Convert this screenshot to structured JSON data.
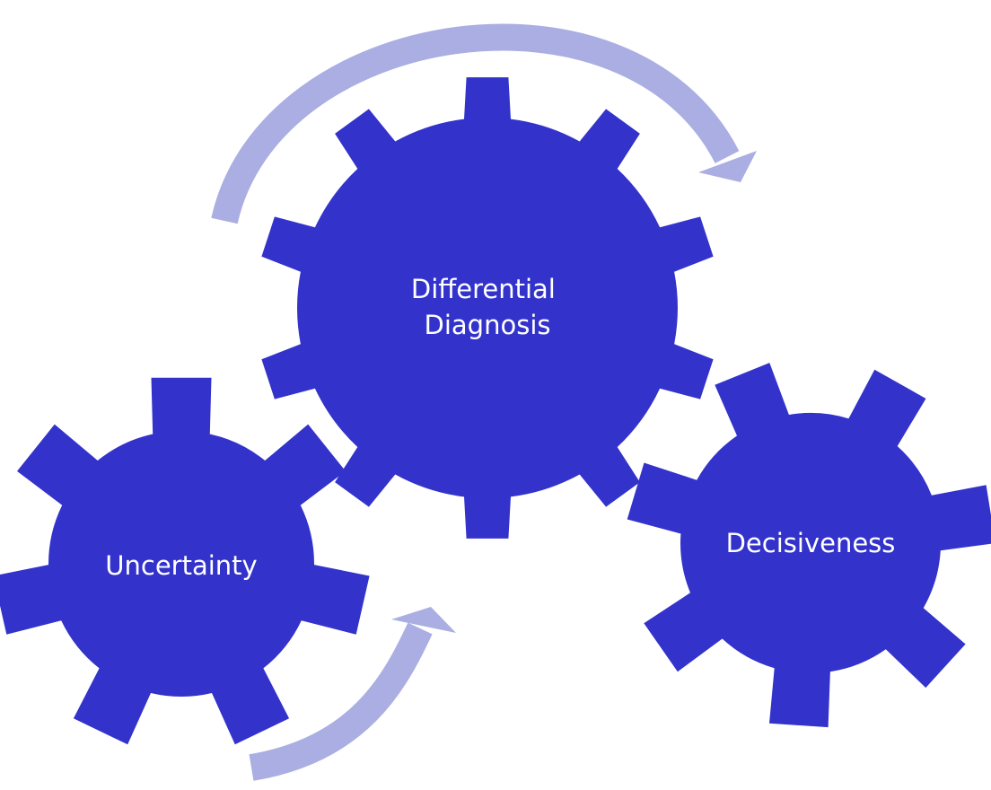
{
  "diagram": {
    "colors": {
      "gear": "#3333cc",
      "arrow": "#aaaee2",
      "label": "#ffffff",
      "background": "#ffffff"
    },
    "gears": [
      {
        "id": "uncertainty",
        "label_lines": [
          "Uncertainty"
        ]
      },
      {
        "id": "differential-diagnosis",
        "label_lines": [
          "Differential",
          "Diagnosis"
        ]
      },
      {
        "id": "decisiveness",
        "label_lines": [
          "Decisiveness"
        ]
      }
    ],
    "arrows": [
      {
        "id": "cycle-arrow-top",
        "direction": "clockwise",
        "from": "uncertainty",
        "to": "decisiveness"
      },
      {
        "id": "cycle-arrow-bottom",
        "direction": "counter-clockwise",
        "from": "uncertainty",
        "to": "differential-diagnosis"
      }
    ]
  }
}
